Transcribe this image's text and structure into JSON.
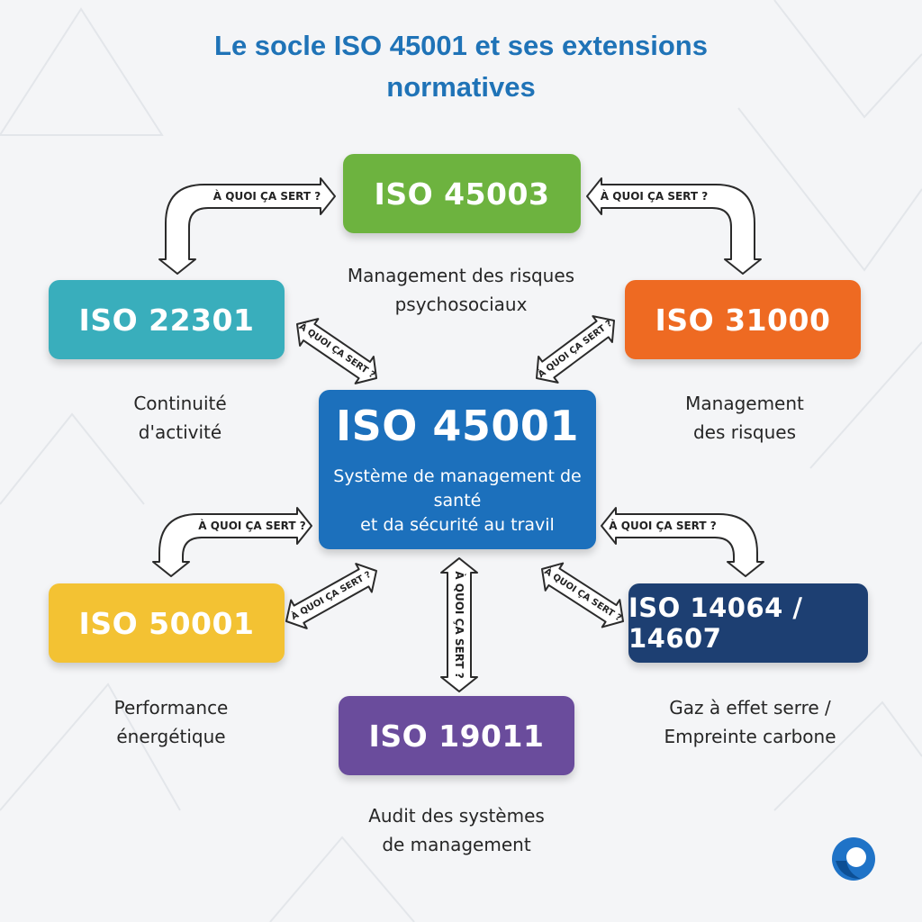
{
  "title": {
    "line1": "Le socle ISO 45001 et ses extensions",
    "line2": "normatives"
  },
  "arrow_label": "À QUOI ÇA SERT ?",
  "center": {
    "name": "ISO 45001",
    "subtitle_line1": "Système de management de santé",
    "subtitle_line2": "et da sécurité au travil",
    "color": "#1c70bc"
  },
  "nodes": {
    "iso45003": {
      "name": "ISO 45003",
      "desc_line1": "Management des risques",
      "desc_line2": "psychosociaux",
      "color": "#6db33f"
    },
    "iso22301": {
      "name": "ISO 22301",
      "desc_line1": "Continuité",
      "desc_line2": "d'activité",
      "color": "#39aebc"
    },
    "iso31000": {
      "name": "ISO 31000",
      "desc_line1": "Management",
      "desc_line2": "des risques",
      "color": "#ee6a22"
    },
    "iso50001": {
      "name": "ISO 50001",
      "desc_line1": "Performance",
      "desc_line2": "énergétique",
      "color": "#f3c233"
    },
    "iso14064": {
      "name": "ISO 14064 / 14607",
      "desc_line1": "Gaz à effet serre  /",
      "desc_line2": "Empreinte carbone",
      "color": "#1d3f72"
    },
    "iso19011": {
      "name": "ISO 19011",
      "desc_line1": "Audit des systèmes",
      "desc_line2": "de management",
      "color": "#6a4c9c"
    }
  },
  "logo": {
    "icon": "circular-swirl-logo",
    "color": "#1f73c7"
  }
}
